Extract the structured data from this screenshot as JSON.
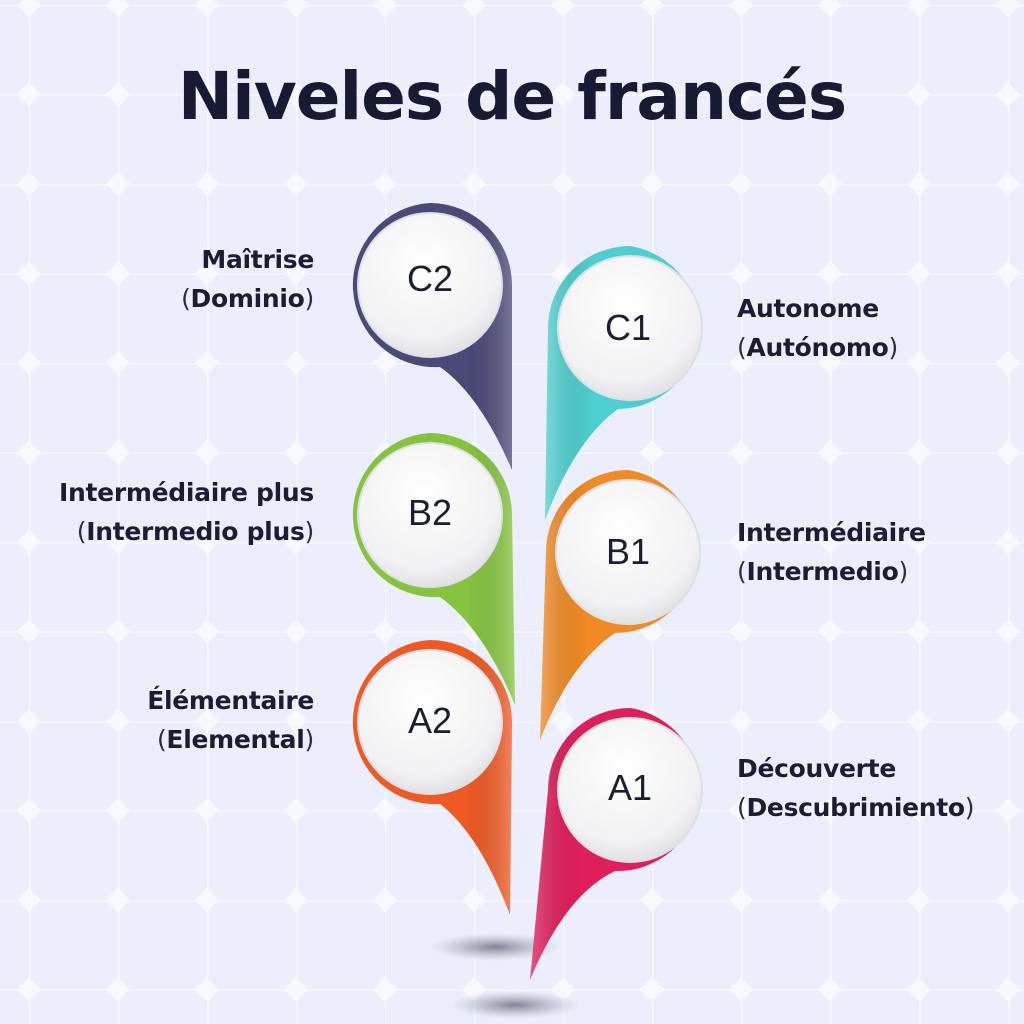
{
  "title": "Niveles de francés",
  "colors": {
    "background": "#eceffb",
    "grid_line": "#f7f8ff",
    "text": "#161a33",
    "C2": "#4a4a78",
    "C1": "#4ecfcf",
    "B2": "#86c440",
    "B1": "#f08a24",
    "A2": "#ef5a24",
    "A1": "#e01e5a"
  },
  "levels": [
    {
      "code": "C2",
      "french": "Maîtrise",
      "spanish": "Dominio",
      "side": "left",
      "color": "#4a4a78"
    },
    {
      "code": "C1",
      "french": "Autonome",
      "spanish": "Autónomo",
      "side": "right",
      "color": "#4ecfcf"
    },
    {
      "code": "B2",
      "french": "Intermédiaire plus",
      "spanish": "Intermedio plus",
      "side": "left",
      "color": "#86c440"
    },
    {
      "code": "B1",
      "french": "Intermédiaire",
      "spanish": "Intermedio",
      "side": "right",
      "color": "#f08a24"
    },
    {
      "code": "A2",
      "french": "Élémentaire",
      "spanish": "Elemental",
      "side": "left",
      "color": "#ef5a24"
    },
    {
      "code": "A1",
      "french": "Découverte",
      "spanish": "Descubrimiento",
      "side": "right",
      "color": "#e01e5a"
    }
  ],
  "paren_open": "(",
  "paren_close": ")"
}
